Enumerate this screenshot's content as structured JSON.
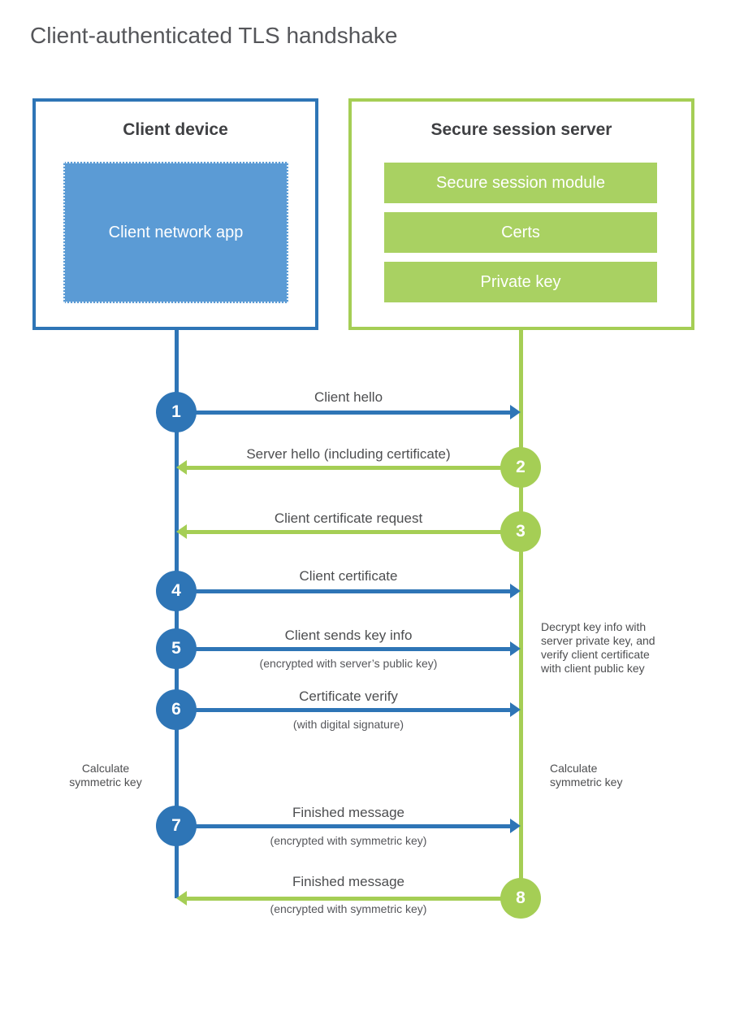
{
  "title": "Client-authenticated TLS handshake",
  "colors": {
    "blue": "#2e75b6",
    "blue_fill": "#5b9bd5",
    "green": "#a5ce55",
    "green_fill": "#a9d162",
    "label_text": "#4d4e50"
  },
  "client": {
    "title": "Client device",
    "app_label": "Client network app"
  },
  "server": {
    "title": "Secure session server",
    "modules": [
      "Secure session module",
      "Certs",
      "Private key"
    ]
  },
  "messages": [
    {
      "num": "1",
      "label": "Client hello",
      "direction": "client-to-server"
    },
    {
      "num": "2",
      "label": "Server hello (including certificate)",
      "direction": "server-to-client"
    },
    {
      "num": "3",
      "label": "Client certificate request",
      "direction": "server-to-client"
    },
    {
      "num": "4",
      "label": "Client certificate",
      "direction": "client-to-server"
    },
    {
      "num": "5",
      "label": "Client sends key info",
      "sub": "(encrypted with server’s public key)",
      "direction": "client-to-server"
    },
    {
      "num": "6",
      "label": "Certificate verify",
      "sub": "(with digital signature)",
      "direction": "client-to-server"
    },
    {
      "num": "7",
      "label": "Finished message",
      "sub": "(encrypted with symmetric key)",
      "direction": "client-to-server"
    },
    {
      "num": "8",
      "label": "Finished message",
      "sub": "(encrypted with symmetric key)",
      "direction": "server-to-client"
    }
  ],
  "notes": {
    "decrypt": "Decrypt key info with server private key, and verify client certificate with client public key",
    "calc_left": "Calculate symmetric key",
    "calc_right": "Calculate symmetric key"
  }
}
